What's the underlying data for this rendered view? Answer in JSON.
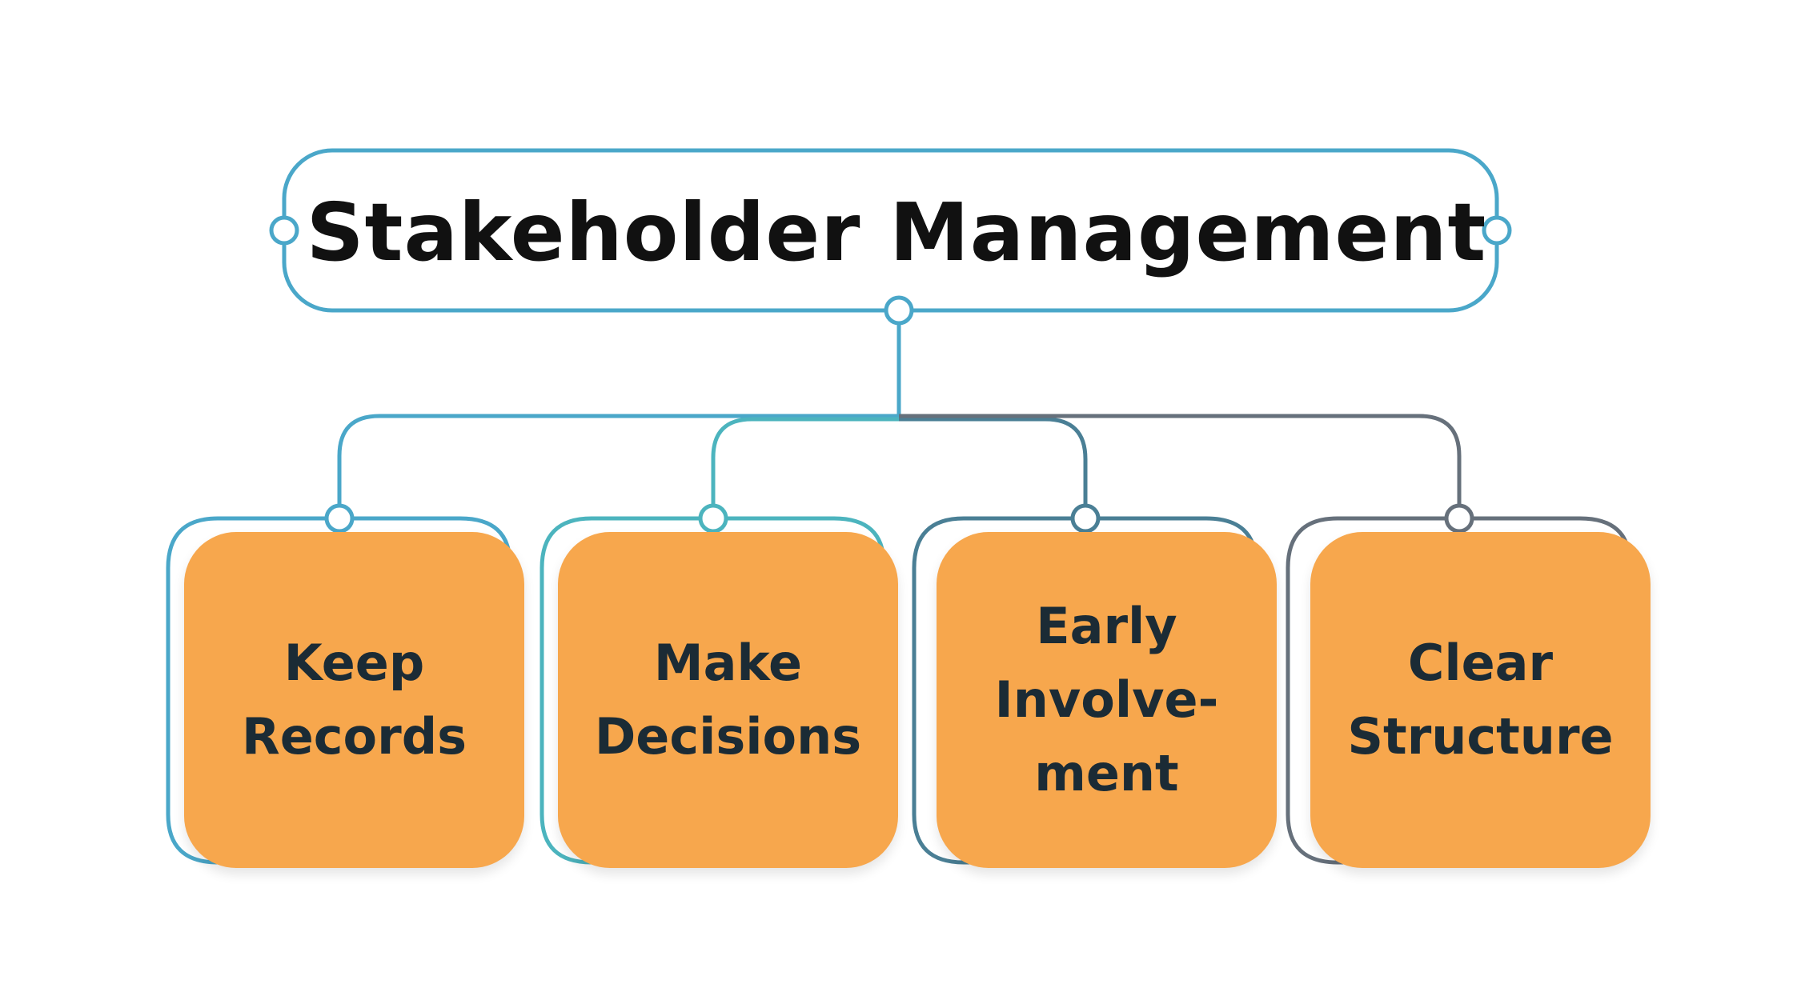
{
  "title": "Stakeholder Management",
  "colors": {
    "title_border": "#4aa7c9",
    "card_fill": "#f7a74d",
    "card_text": "#1b2b35",
    "branch_1": "#4aa7c9",
    "branch_2": "#4cb4be",
    "branch_3": "#4a7f95",
    "branch_4": "#66707b"
  },
  "cards": [
    {
      "lines": [
        "Keep",
        "Records"
      ]
    },
    {
      "lines": [
        "Make",
        "Decisions"
      ]
    },
    {
      "lines": [
        "Early",
        "Involve-",
        "ment"
      ]
    },
    {
      "lines": [
        "Clear",
        "Structure"
      ]
    }
  ]
}
